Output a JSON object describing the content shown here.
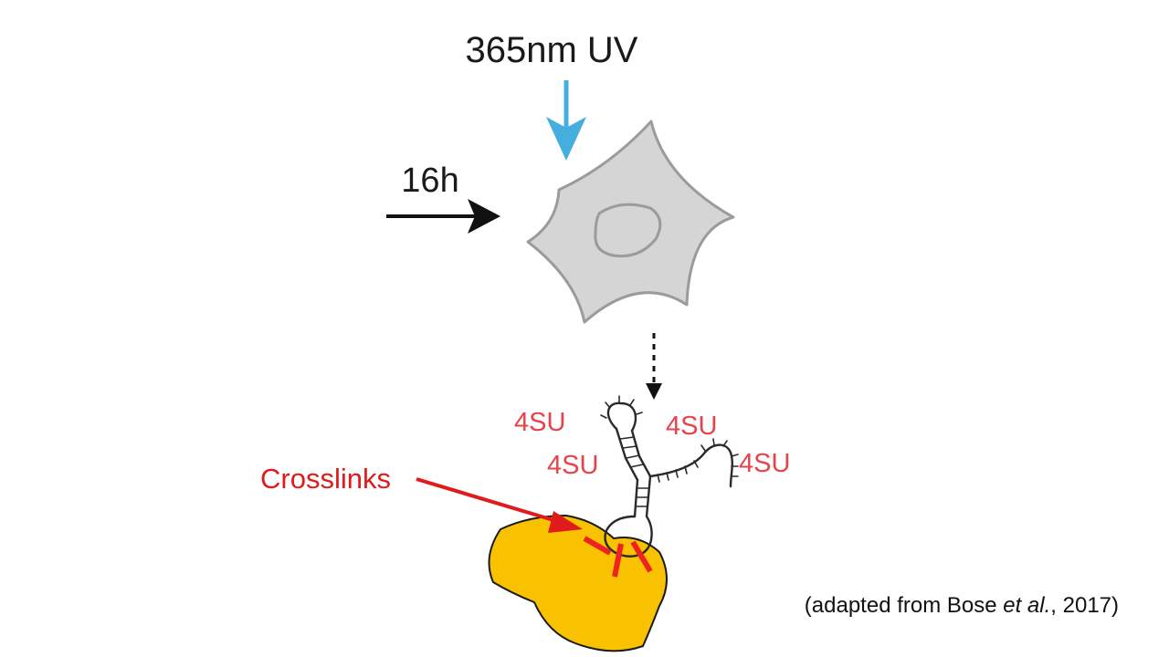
{
  "labels": {
    "uv": "365nm UV",
    "time": "16h",
    "crosslinks": "Crosslinks",
    "su_1": "4SU",
    "su_2": "4SU",
    "su_3": "4SU",
    "su_4": "4SU"
  },
  "citation": {
    "prefix": "(adapted from Bose ",
    "italic": "et al.",
    "suffix": ", 2017)"
  },
  "colors": {
    "uv_arrow": "#44aede",
    "cell_fill": "#d5d5d5",
    "cell_stroke": "#9b9b9b",
    "protein_fill": "#f9c200",
    "crosslink_red": "#ee2222",
    "su_label": "#e8434b",
    "crosslinks_label": "#e11b1b"
  }
}
